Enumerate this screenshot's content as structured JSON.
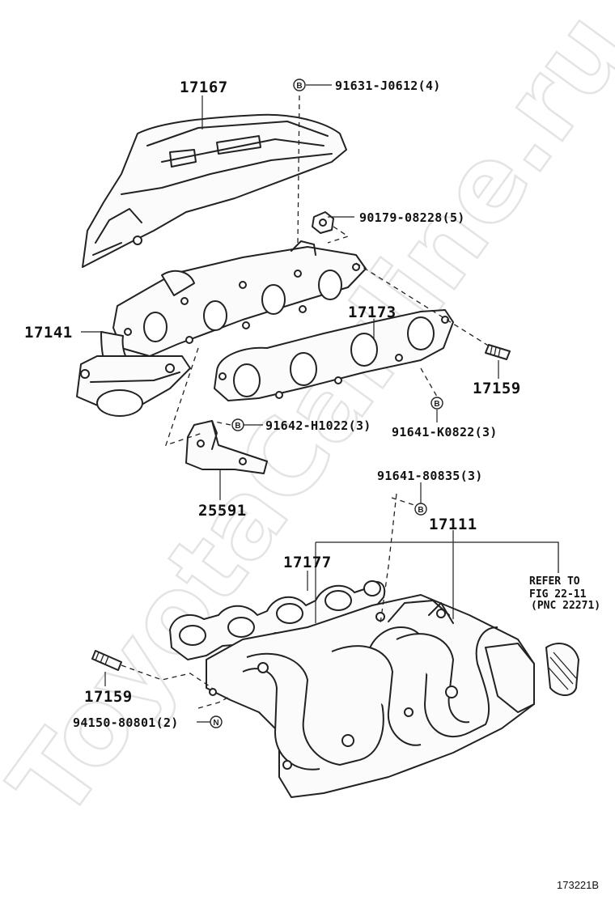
{
  "watermark": "ToyotaCarline.ru",
  "figure_code": "173221B",
  "callouts": [
    {
      "id": "p17167",
      "text": "17167"
    },
    {
      "id": "p91631",
      "text": "91631-J0612(4)"
    },
    {
      "id": "p90179",
      "text": "90179-08228(5)"
    },
    {
      "id": "p17141",
      "text": "17141"
    },
    {
      "id": "p17173",
      "text": "17173"
    },
    {
      "id": "p17159a",
      "text": "17159"
    },
    {
      "id": "p91642",
      "text": "91642-H1022(3)"
    },
    {
      "id": "p91641k",
      "text": "91641-K0822(3)"
    },
    {
      "id": "p25591",
      "text": "25591"
    },
    {
      "id": "p91641_8",
      "text": "91641-80835(3)"
    },
    {
      "id": "p17111",
      "text": "17111"
    },
    {
      "id": "p17177",
      "text": "17177"
    },
    {
      "id": "p17159b",
      "text": "17159"
    },
    {
      "id": "p94150",
      "text": "94150-80801(2)"
    }
  ],
  "refer_note": {
    "line1": "REFER TO",
    "line2": "FIG 22-11",
    "line3": "(PNC 22271)"
  },
  "marks": {
    "b": "B",
    "n": "N"
  }
}
